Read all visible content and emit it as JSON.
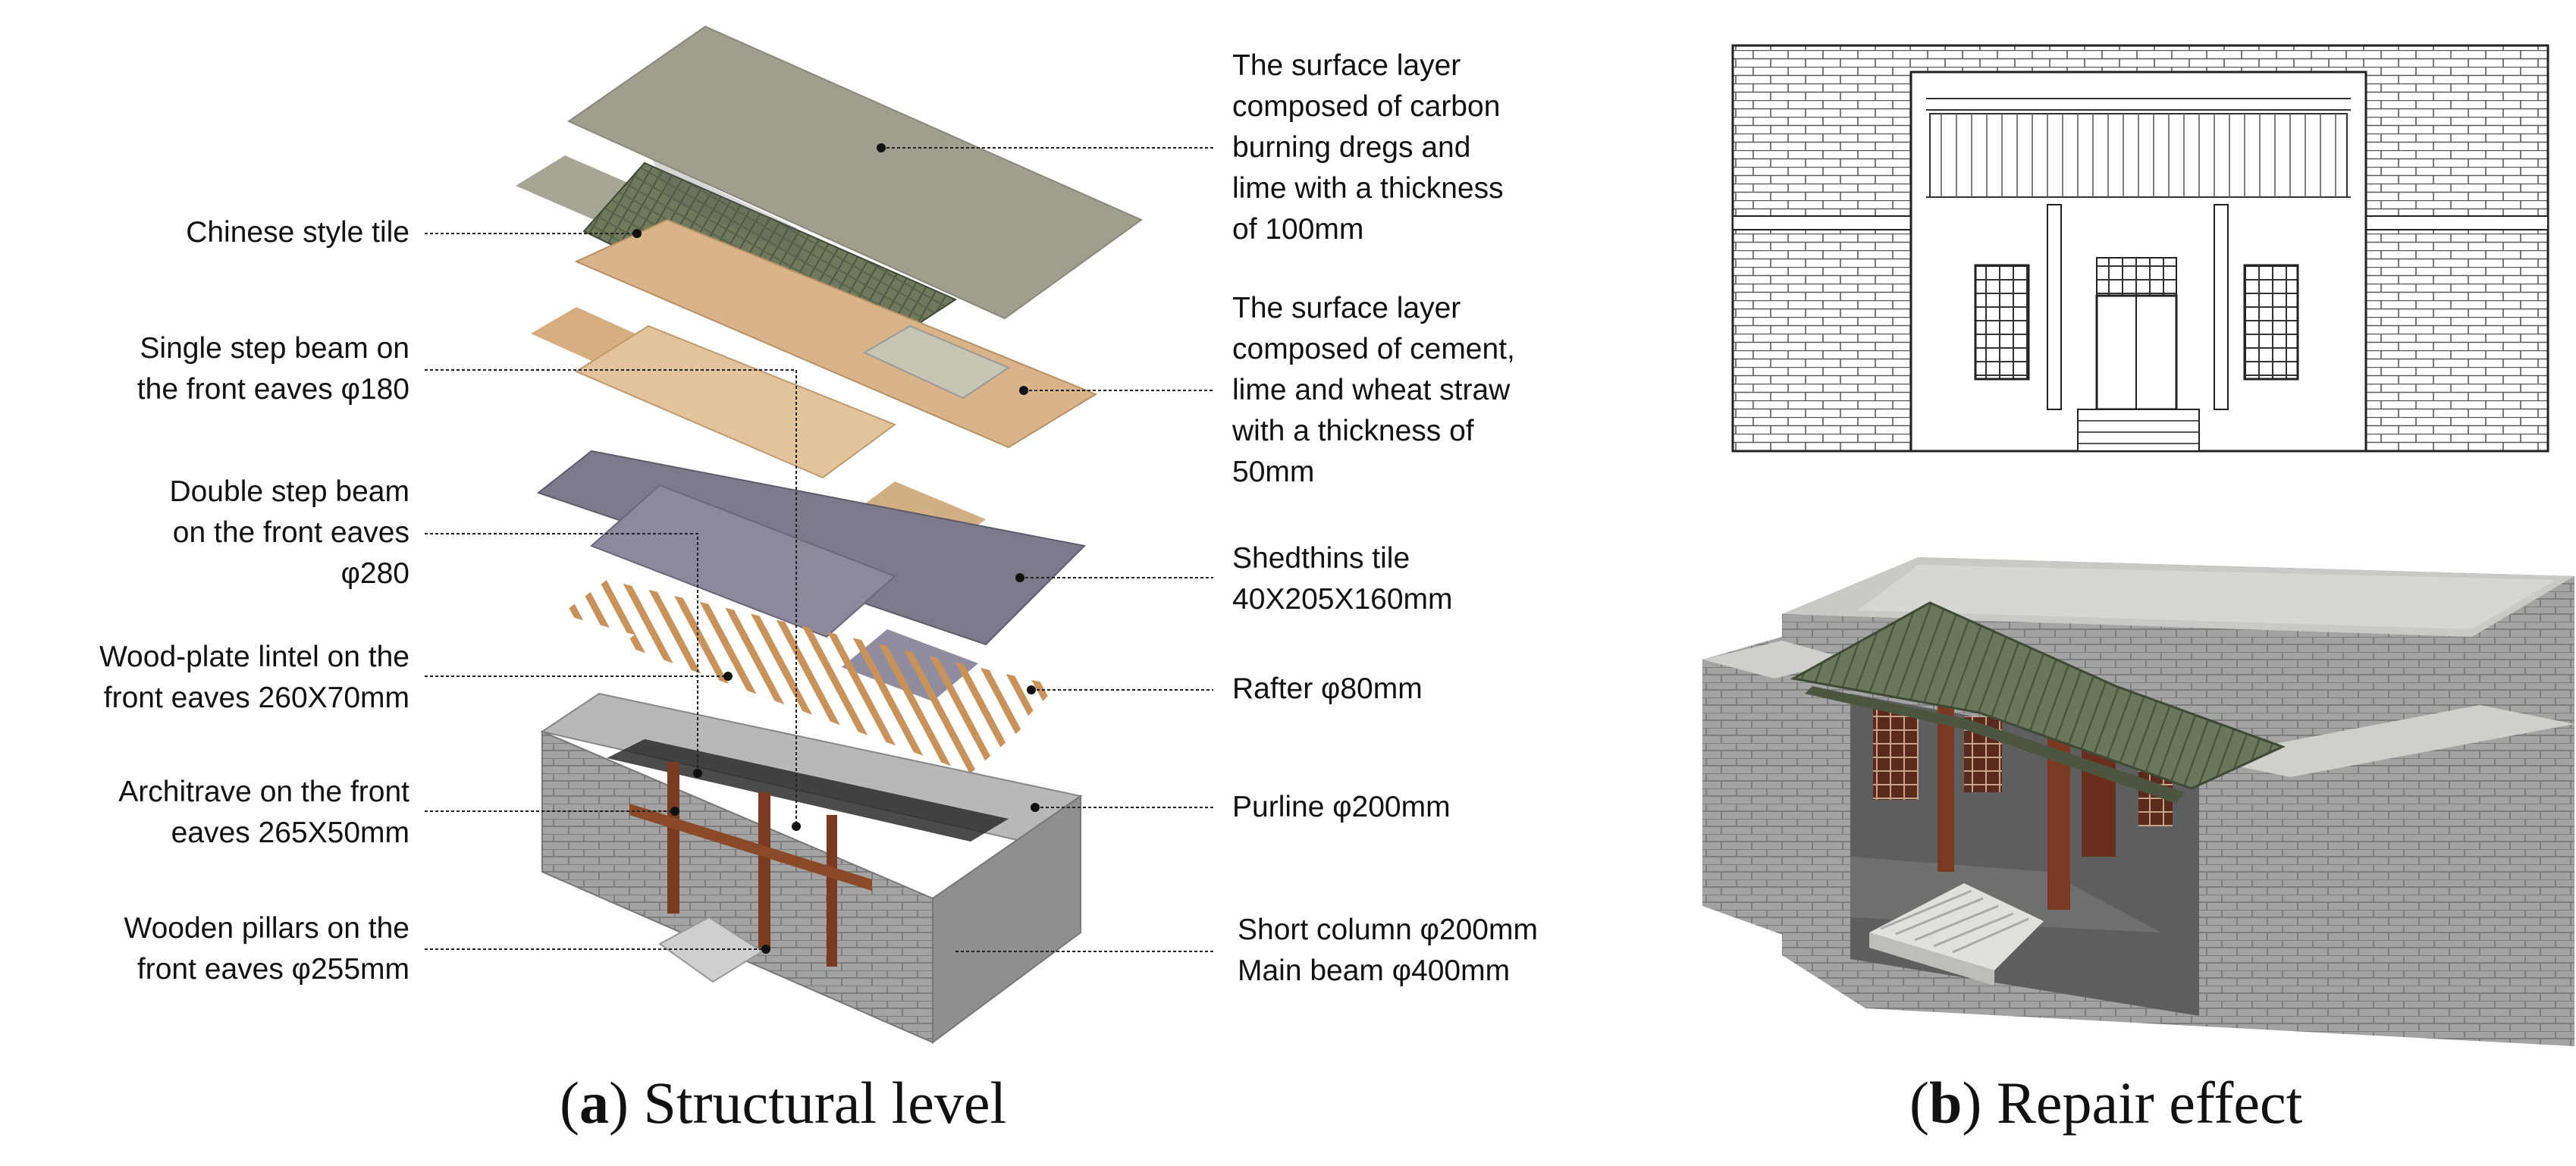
{
  "left_labels": [
    "Chinese style tile",
    "Single step beam on\nthe front eaves φ180",
    "Double step beam\non the front eaves\nφ280",
    "Wood-plate lintel on the\nfront eaves 260X70mm",
    "Architrave on the front\neaves 265X50mm",
    "Wooden pillars on the\nfront eaves φ255mm"
  ],
  "right_labels": [
    "The surface layer\ncomposed of carbon\nburning dregs and\nlime with a thickness\nof 100mm",
    "The surface layer\ncomposed of cement,\nlime and wheat straw\nwith a thickness of\n50mm",
    "Shedthins tile\n40X205X160mm",
    "Rafter φ80mm",
    "Purline φ200mm",
    "Short column φ200mm\nMain beam φ400mm"
  ],
  "captions": {
    "a_letter": "a",
    "a_text": "Structural level",
    "b_letter": "b",
    "b_text": "Repair effect"
  },
  "colors": {
    "top_layer": "#a09e8e",
    "tile": "#6f7a5c",
    "straw_layer": "#d9b48a",
    "shedthin_tile": "#7d7a8c",
    "rafter": "#c8925a",
    "brick": "#9a9a9a",
    "wood_pillar": "#7a3a22"
  }
}
